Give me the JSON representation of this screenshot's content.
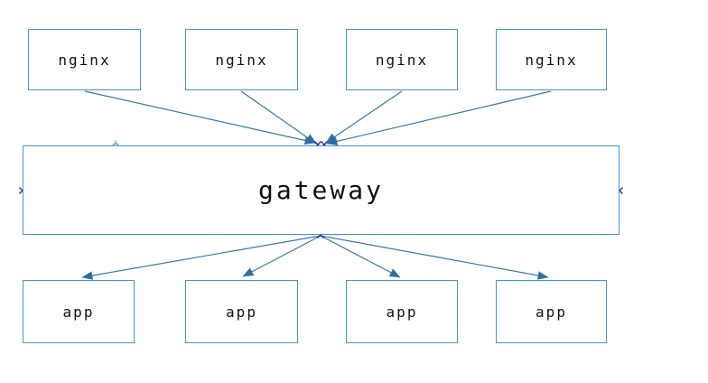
{
  "diagram": {
    "top_nodes": [
      {
        "label": "nginx"
      },
      {
        "label": "nginx"
      },
      {
        "label": "nginx"
      },
      {
        "label": "nginx"
      }
    ],
    "middle_node": {
      "label": "gateway"
    },
    "bottom_nodes": [
      {
        "label": "app"
      },
      {
        "label": "app"
      },
      {
        "label": "app"
      },
      {
        "label": "app"
      }
    ],
    "connections": {
      "top": "each nginx connects with an arrow into the top of gateway at a single convergence point",
      "bottom": "gateway fans out with arrows from a single point on its bottom edge to the top of each app"
    },
    "colors": {
      "background": "#FFFFFF",
      "box_border": "#3E97D4",
      "connector": "#3579AE",
      "arrowhead": "#2E6DA4",
      "connection_marker": "#2B2BA8",
      "handle": "#4D9FDC",
      "text": "#111111"
    }
  }
}
